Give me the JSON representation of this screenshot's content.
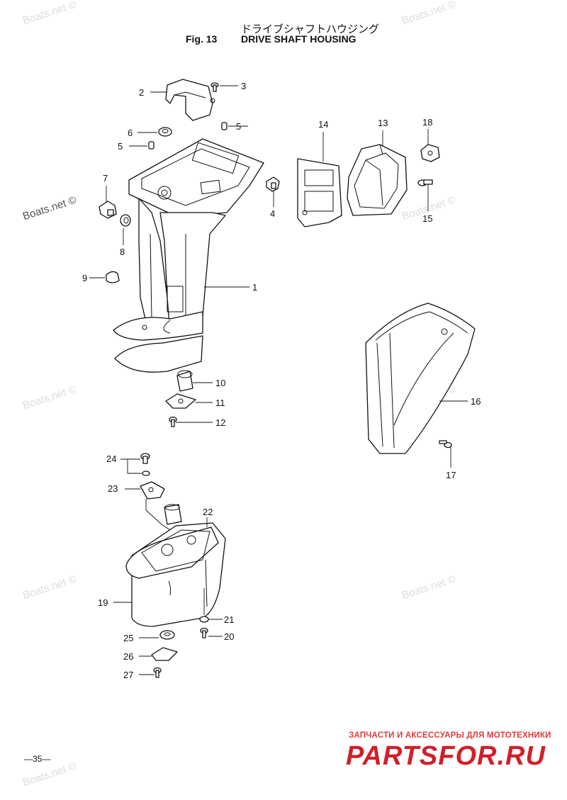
{
  "header": {
    "title_jp": "ドライブシャフトハウジング",
    "fig_label": "Fig. 13",
    "title_en": "DRIVE SHAFT HOUSING"
  },
  "page_number": "—35—",
  "watermark": "Boats.net ©",
  "brand": {
    "tagline": "ЗАПЧАСТИ И АКСЕССУАРЫ ДЛЯ МОТОТЕХНИКИ",
    "name": "PARTSFOR.RU",
    "color": "#d11f2a"
  },
  "callouts": {
    "c1": "1",
    "c2": "2",
    "c3": "3",
    "c4": "4",
    "c5a": "5",
    "c5b": "5",
    "c6": "6",
    "c7": "7",
    "c8": "8",
    "c9": "9",
    "c10": "10",
    "c11": "11",
    "c12": "12",
    "c13": "13",
    "c14": "14",
    "c15": "15",
    "c16": "16",
    "c17": "17",
    "c18": "18",
    "c19": "19",
    "c20": "20",
    "c21": "21",
    "c22": "22",
    "c23": "23",
    "c24": "24",
    "c25": "25",
    "c26": "26",
    "c27": "27"
  }
}
